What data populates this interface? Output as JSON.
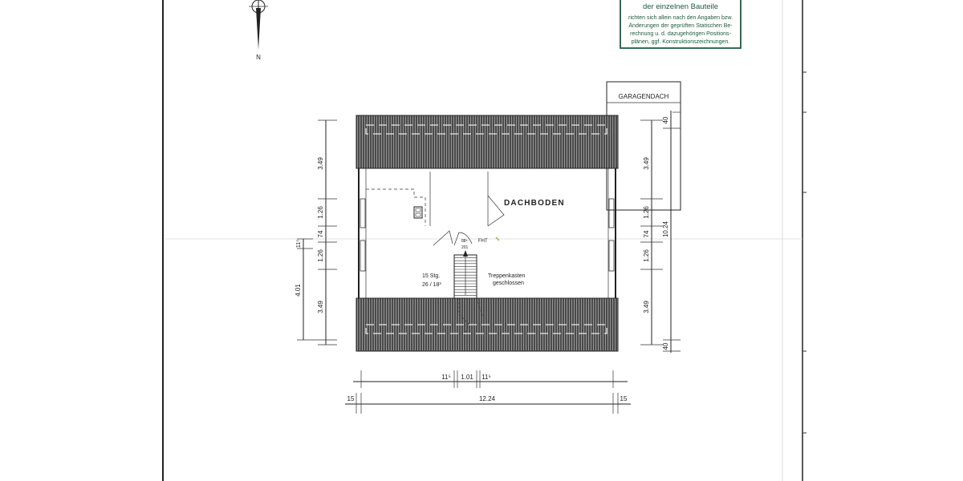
{
  "stamp": {
    "heading": "der einzelnen Bauteile",
    "lines": [
      "richten sich allein nach den Angaben bzw.",
      "Änderungen der geprüften Statischen Be-",
      "rechnung u. d. dazugehörigen Positions-",
      "plänen, ggf. Konstruktionszeichnungen."
    ],
    "color": "#1d5a3f"
  },
  "north": {
    "label": "N"
  },
  "rooms": {
    "garage_roof": "GARAGENDACH",
    "attic": "DACHBODEN",
    "stair_text": [
      "15 Stg.",
      "26 / 18³"
    ],
    "stairwell_text": [
      "Treppenkasten",
      "geschlossen"
    ],
    "door_label": [
      "88⁵",
      "201"
    ],
    "fht": "FHT"
  },
  "dims": {
    "left_outer": "4.01",
    "left_outer_small": "11⁵",
    "left_inner": [
      "3.49",
      "1.26",
      "74",
      "1.26",
      "3.49"
    ],
    "right_inner": [
      "3.49",
      "1.26",
      "74",
      "1.26",
      "3.49"
    ],
    "right_outer": [
      "40",
      "10.24",
      "40"
    ],
    "bottom_upper": [
      "11⁵",
      "1.01",
      "11⁵"
    ],
    "bottom_lower": [
      "15",
      "12.24",
      "15"
    ]
  }
}
